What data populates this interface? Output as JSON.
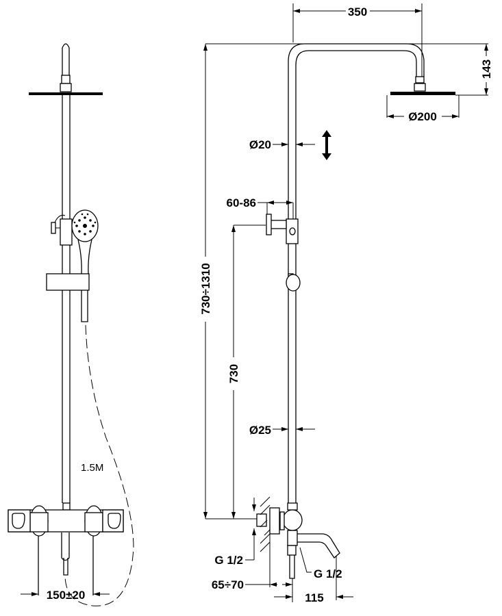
{
  "front_view": {
    "hose_length": "1.5M",
    "inlet_spacing": "150±20"
  },
  "side_view": {
    "arm_reach": "350",
    "head_drop": "143",
    "head_diameter": "Ø200",
    "upper_pipe_diameter": "Ø20",
    "holder_offset": "60-86",
    "total_height": "730÷1310",
    "holder_height": "730",
    "lower_pipe_diameter": "Ø25",
    "wall_inlet_thread": "G 1/2",
    "wall_offset": "65÷70",
    "spout_thread": "G 1/2",
    "spout_reach": "115"
  }
}
